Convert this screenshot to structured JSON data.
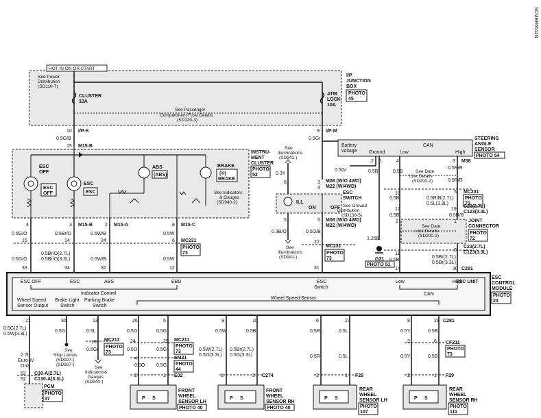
{
  "figure_id": "SCMBR6511N",
  "top": {
    "hot_label": "HOT IN ON OR START",
    "power_note": [
      "See Power",
      "Distribution",
      "(SD110-7)"
    ],
    "ip_box": [
      "I/P",
      "JUNCTION",
      "BOX"
    ],
    "ip_photo": [
      "PHOTO",
      "45"
    ],
    "fuse1": [
      "CLUSTER",
      "10A"
    ],
    "fuse2": [
      "ATM",
      "LOCK",
      "10A"
    ],
    "passenger_note": [
      "See Passenger",
      "Compartment Fuse Details",
      "(SD120-3)"
    ],
    "conn_left": "10",
    "conn_left_name": "I/P-K",
    "conn_right": "9",
    "conn_right_name": "I/P-M",
    "wire_left": "0.5G/B",
    "wire_right": "0.5Gr",
    "conn_m15b_pin": "15",
    "conn_m15b": "M15-B"
  },
  "cluster": {
    "title": [
      "INSTRU-",
      "MENT",
      "CLUSTER"
    ],
    "photo": [
      "PHOTO",
      "52"
    ],
    "esc_off_label": [
      "ESC",
      "OFF"
    ],
    "esc_off_box": [
      "ESC",
      "OFF"
    ],
    "esc_label": "ESC",
    "esc_box": "ESC",
    "abs_label": "ABS",
    "abs_box": "(ABS)",
    "brake_label": "BRAKE",
    "brake_box": [
      "(©)",
      "BRAKE"
    ],
    "indicators_note": [
      "See Indicators",
      "& Gauges",
      "(SD940-2)"
    ]
  },
  "cluster_bottom": {
    "pins": [
      "4",
      "3",
      "2",
      "8"
    ],
    "conns": [
      "M15-B",
      "M15-A",
      "M15-C"
    ],
    "wires": [
      "0.5G/O",
      "0.5Br/O",
      "0.5W/B",
      "0.5W"
    ],
    "mc231_pins": [
      "15",
      "14",
      "24",
      "6"
    ],
    "mc231": "MC231",
    "mc231_photo": [
      "PHOTO",
      "73"
    ],
    "wire_variant": [
      "0.5Br/O(2.7L)",
      "0.5Br/O(3.3L)"
    ],
    "pins2": [
      "33",
      "34",
      "32",
      "12"
    ],
    "wire_w": "0.5W"
  },
  "switch": {
    "illum_top": [
      "See",
      "Illuminations",
      "(SD941-)"
    ],
    "wire_03y": "0.3Y",
    "pin6": "6",
    "pin3": "3",
    "pin4": "4",
    "m08": "M08 (W/O 4WD)",
    "m22": "M22 (W/4WD)",
    "ill": "ILL",
    "on": "ON",
    "off": "OFF",
    "title": [
      "ESC",
      "SWITCH"
    ],
    "ground_note": [
      "See Ground",
      "Distribution",
      "(SD130-5)"
    ],
    "pin5": "5",
    "m08b": "M08 (W/O 4WD)",
    "m22b": "M22 (W/4WD)",
    "wire_03bo": "0.3B/O",
    "wire_05ob": "0.5O/B",
    "illum_bottom": [
      "See",
      "Illuminations",
      "(SD941-)"
    ],
    "mc231_pin": "22",
    "mc231": "MC231",
    "photo": [
      "PHOTO",
      "73"
    ],
    "pin31": "31"
  },
  "steering": {
    "title": [
      "STEERING",
      "ANGLE",
      "SENSOR"
    ],
    "photo": "PHOTO 54",
    "battery": [
      "Battery",
      "voltage"
    ],
    "ground": "Ground",
    "can": "CAN",
    "low": "Low",
    "high": "High",
    "pin2": "2",
    "pin1": "1",
    "pin4": "4",
    "pin3": "3",
    "m38": "M38",
    "wire_05gr": "0.5Gr",
    "wire_05b": "0.5B",
    "wire_05rb": "0.5R/B",
    "date_link": [
      "See Date",
      "Link Details",
      "(SD200-2)"
    ],
    "mc231": "MC231",
    "mc231_photo": [
      "PHOTO",
      "73"
    ],
    "c23_2": "C23(2.7L)",
    "c123_2": "C123(3.3L)",
    "pins_16": "16",
    "pins_5": "5",
    "pins_12": "12",
    "pins_19": "19",
    "wire_var1": [
      "0.5R/B(2.7L)",
      "0.5L(3.3L)"
    ],
    "wire_var2": [
      "0.5R/B(2.7L)",
      "0.5L(3.3L)"
    ],
    "wire_05rb2": "0.5R/B",
    "joint_title": [
      "JOINT",
      "CONNECTOR"
    ],
    "joint_photo": [
      "PHOTO",
      "72"
    ],
    "date_link2": [
      "See Date",
      "Link Details",
      "(SD200-2)"
    ],
    "pins_2": "2",
    "pins_1": "1",
    "pins_6": "6",
    "pins_11": "11",
    "c23_b": "C23(2.7L)",
    "c123_b": "C123(3.3L)",
    "wire_var3": [
      "0.5Br(2.7L)",
      "0.5Br(3.3L)"
    ],
    "wire_125b": "1.25B",
    "g31": "G31",
    "g31_photo": "PHOTO 51",
    "c281_pins": [
      "14",
      "30"
    ],
    "c281": "C281"
  },
  "module": {
    "title": [
      "ESC",
      "CONTROL",
      "MODULE"
    ],
    "photo": [
      "PHOTO",
      "23"
    ],
    "unit": "ESC UNIT",
    "outputs": [
      "ESC OFF",
      "ESC",
      "ABS",
      "EBD",
      "ESC",
      "Low",
      "High"
    ],
    "esc_switch": "Switch",
    "indicator_control": "Indicator Control",
    "can": "CAN",
    "wheel_speed_output": [
      "Wheel Speed",
      "Sensor Output"
    ],
    "brake_light": [
      "Brake Light",
      "Switch"
    ],
    "parking": [
      "Parking Brake",
      "Switch"
    ],
    "wss": "Wheel Speed Sensor"
  },
  "bottom": {
    "pins_top": [
      "21",
      "30",
      "13",
      "26",
      "5",
      "9",
      "10",
      "6",
      "27",
      "8",
      "29"
    ],
    "c281": "C281",
    "wire_21": [
      "0.5G(2.7L)",
      "0.5W(3.3L)"
    ],
    "wire_30": "0.5G",
    "wire_13": "0.5L",
    "wire_26": "0.5O",
    "wire_5": "0.5G",
    "wire_9": "0.5W",
    "wire_10": "0.5B",
    "wire_6": "0.5R",
    "wire_27": "0.5L",
    "wire_8": "0.5Y",
    "wire_29": "0.5B",
    "stop_note": [
      "See",
      "Stop Lamps",
      "(SD927-)",
      "(SD927-)"
    ],
    "mc211_pin": "18",
    "mc211": "MC211",
    "mc211_photo": [
      "PHOTO",
      "73"
    ],
    "wire_05gr": "0.5Gr",
    "indicators_note": [
      "See",
      "Indicators&",
      "Gauges",
      "(SD940-)"
    ],
    "euro": [
      "2.7L",
      "Euro-IV",
      "Only"
    ],
    "c30": [
      "C30-A(2.7L)",
      "C130-A(3.3L)"
    ],
    "pcm_pins": [
      "52",
      "52"
    ],
    "pcm": [
      "PCM",
      "PHOTO",
      "37"
    ],
    "mc211b_pins": [
      "24",
      "25"
    ],
    "mc211b": "MC211",
    "mc211b_photo": [
      "PHOTO",
      "73"
    ],
    "em21": "EM21",
    "em21_photo": [
      "PHOTO",
      "44"
    ],
    "wire_e02": [
      "0.5O",
      "0.5G"
    ],
    "e02_pins": [
      "4",
      "2",
      "1"
    ],
    "e02": "E02",
    "wires_274a": [
      "0.5W(2.7L)",
      "0.5O(3.3L)"
    ],
    "wires_274b": [
      "0.5Br(2.7L)",
      "0.5G(3.3L)"
    ],
    "c274": "C274",
    "c274_pins": [
      "1",
      "2"
    ],
    "f28": "F28",
    "f28_pins": [
      "2",
      "1"
    ],
    "cf211": "CF211",
    "cf211_photo": [
      "PHOTO",
      "73"
    ],
    "cf211_pins": [
      "3",
      "6"
    ],
    "wire_5r": "0.5R",
    "wire_5l": "0.5L",
    "wire_5y": "0.5Y",
    "wire_5b": "0.5B",
    "f29": "F29",
    "f29_pins": [
      "2",
      "1"
    ],
    "sensors": [
      {
        "label": [
          "FRONT",
          "WHEEL",
          "SENSOR LH"
        ],
        "photo": "PHOTO 40"
      },
      {
        "label": [
          "FRONT",
          "WHEEL",
          "SENSOR RH"
        ],
        "photo": "PHOTO 40"
      },
      {
        "label": [
          "REAR",
          "WHEEL",
          "SENSOR LH"
        ],
        "photo": [
          "PHOTO",
          "107"
        ]
      },
      {
        "label": [
          "REAR",
          "WHEEL",
          "SENSOR RH"
        ],
        "photo": [
          "PHOTO",
          "111"
        ]
      }
    ],
    "ps": [
      "P",
      "S"
    ]
  }
}
